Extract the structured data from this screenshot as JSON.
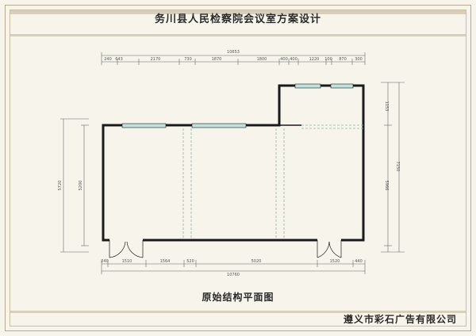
{
  "header": {
    "title": "务川县人民检察院会议室方案设计"
  },
  "drawing": {
    "caption": "原始结构平面图",
    "top_total": "10653",
    "top_segments": [
      "240",
      "643",
      "2170",
      "730",
      "1870",
      "1800",
      "400",
      "400",
      "1220",
      "100",
      "870",
      "300"
    ],
    "bottom_segments": [
      "240",
      "1510",
      "1564",
      "520",
      "5020",
      "1520",
      "440"
    ],
    "bottom_total": "10760",
    "left_outer": "5720",
    "left_inner": "5200",
    "right_top": "1153",
    "right_total": "7150",
    "right_mid": "5966",
    "wall_color": "#1a1a1a",
    "window_color": "#bfe3dc",
    "dashed_color": "#7fb8a8"
  },
  "footer": {
    "company": "遵义市彩石广告有限公司"
  }
}
